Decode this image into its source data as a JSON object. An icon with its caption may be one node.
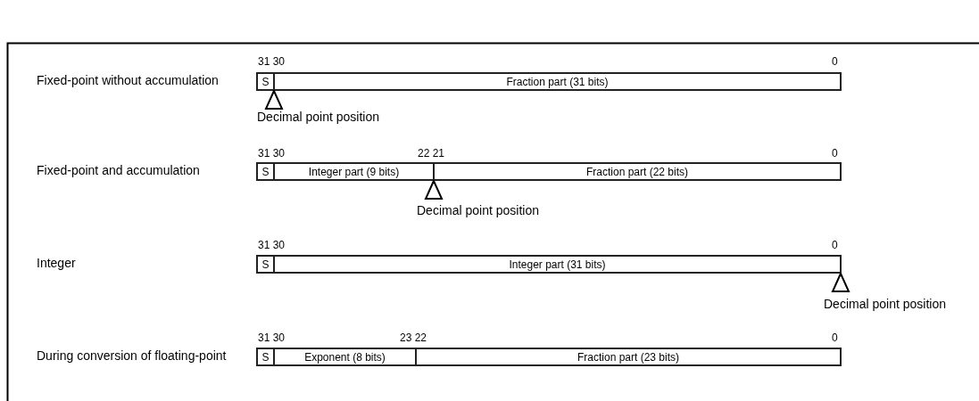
{
  "diagram": {
    "nodes": [
      {
        "text": [
          "S"
        ]
      },
      {
        "text": [
          "Fraction part (31 bits)"
        ]
      },
      {
        "text": [
          "S"
        ]
      },
      {
        "text": [
          "Integer part (9 bits)"
        ]
      },
      {
        "text": [
          "Fraction part (22 bits)"
        ]
      },
      {
        "text": [
          "S"
        ]
      },
      {
        "text": [
          "Integer part (31 bits)"
        ]
      },
      {
        "text": [
          "S"
        ]
      },
      {
        "text": [
          "Exponent (8 bits)"
        ]
      },
      {
        "text": [
          "Fraction part (23 bits)"
        ]
      }
    ],
    "edges": [],
    "labels": [
      "31 30",
      "0",
      "Fixed-point without accumulation",
      "Decimal point position",
      "31 30",
      "22 21",
      "0",
      "Fixed-point and accumulation",
      "Decimal point position",
      "31 30",
      "0",
      "Integer",
      "Decimal point position",
      "31 30",
      "23 22",
      "0",
      "During conversion of floating-point"
    ]
  }
}
